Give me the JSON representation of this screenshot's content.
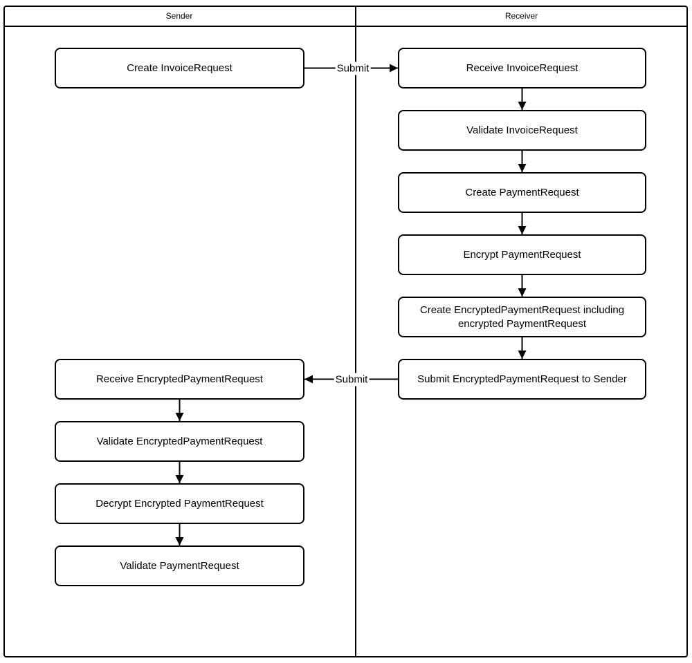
{
  "diagram": {
    "type": "swimlane_flowchart",
    "colors": {
      "stroke": "#000000",
      "fill": "#ffffff",
      "text": "#000000"
    },
    "lanes": [
      {
        "title": "Sender"
      },
      {
        "title": "Receiver"
      }
    ],
    "nodes": [
      {
        "id": "create-invoice-request",
        "lane": "Sender",
        "label": "Create InvoiceRequest"
      },
      {
        "id": "receive-invoice-request",
        "lane": "Receiver",
        "label": "Receive InvoiceRequest"
      },
      {
        "id": "validate-invoice-request",
        "lane": "Receiver",
        "label": "Validate InvoiceRequest"
      },
      {
        "id": "create-payment-request",
        "lane": "Receiver",
        "label": "Create PaymentRequest"
      },
      {
        "id": "encrypt-payment-request",
        "lane": "Receiver",
        "label": "Encrypt PaymentRequest"
      },
      {
        "id": "create-encrypted-payment-request",
        "lane": "Receiver",
        "label": "Create EncryptedPaymentRequest including encrypted PaymentRequest"
      },
      {
        "id": "submit-encrypted-payment-request",
        "lane": "Receiver",
        "label": "Submit EncryptedPaymentRequest to Sender"
      },
      {
        "id": "receive-encrypted-payment-request",
        "lane": "Sender",
        "label": "Receive EncryptedPaymentRequest"
      },
      {
        "id": "validate-encrypted-payment-request",
        "lane": "Sender",
        "label": "Validate EncryptedPaymentRequest"
      },
      {
        "id": "decrypt-encrypted-payment-request",
        "lane": "Sender",
        "label": "Decrypt Encrypted PaymentRequest"
      },
      {
        "id": "validate-payment-request",
        "lane": "Sender",
        "label": "Validate PaymentRequest"
      }
    ],
    "edges": [
      {
        "from": "create-invoice-request",
        "to": "receive-invoice-request",
        "label": "Submit"
      },
      {
        "from": "receive-invoice-request",
        "to": "validate-invoice-request",
        "label": ""
      },
      {
        "from": "validate-invoice-request",
        "to": "create-payment-request",
        "label": ""
      },
      {
        "from": "create-payment-request",
        "to": "encrypt-payment-request",
        "label": ""
      },
      {
        "from": "encrypt-payment-request",
        "to": "create-encrypted-payment-request",
        "label": ""
      },
      {
        "from": "create-encrypted-payment-request",
        "to": "submit-encrypted-payment-request",
        "label": ""
      },
      {
        "from": "submit-encrypted-payment-request",
        "to": "receive-encrypted-payment-request",
        "label": "Submit"
      },
      {
        "from": "receive-encrypted-payment-request",
        "to": "validate-encrypted-payment-request",
        "label": ""
      },
      {
        "from": "validate-encrypted-payment-request",
        "to": "decrypt-encrypted-payment-request",
        "label": ""
      },
      {
        "from": "decrypt-encrypted-payment-request",
        "to": "validate-payment-request",
        "label": ""
      }
    ]
  }
}
